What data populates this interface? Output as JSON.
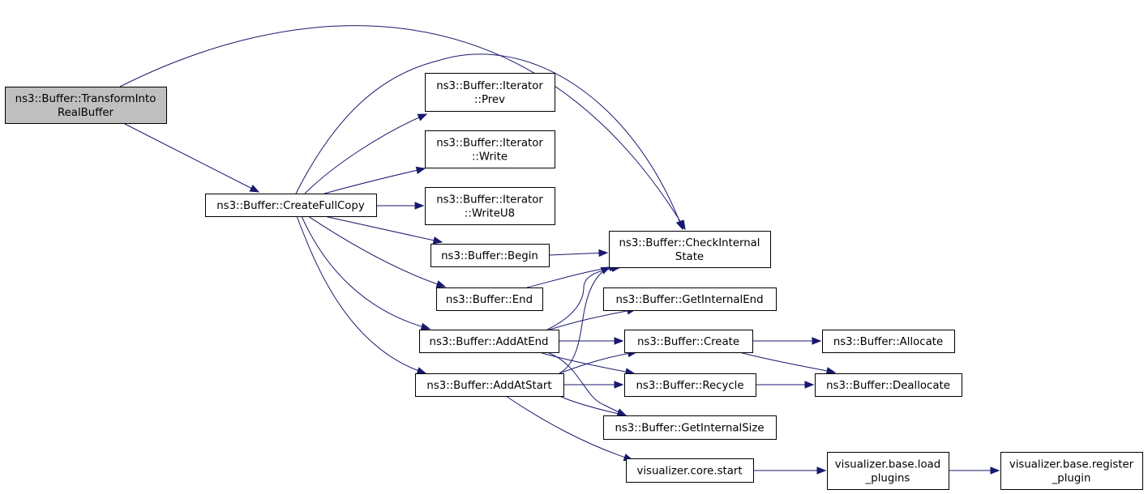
{
  "graph": {
    "colors": {
      "edge": "#191970",
      "root_fill": "#bfbfbf",
      "node_fill": "#ffffff",
      "node_border": "#000000"
    },
    "nodes": [
      {
        "id": "transform",
        "lines": [
          "ns3::Buffer::TransformInto",
          "RealBuffer"
        ],
        "root": true
      },
      {
        "id": "createfullcopy",
        "lines": [
          "ns3::Buffer::CreateFullCopy"
        ]
      },
      {
        "id": "checkinternal",
        "lines": [
          "ns3::Buffer::CheckInternal",
          "State"
        ]
      },
      {
        "id": "iterprev",
        "lines": [
          "ns3::Buffer::Iterator",
          "::Prev"
        ]
      },
      {
        "id": "iterwrite",
        "lines": [
          "ns3::Buffer::Iterator",
          "::Write"
        ]
      },
      {
        "id": "iterwriteu8",
        "lines": [
          "ns3::Buffer::Iterator",
          "::WriteU8"
        ]
      },
      {
        "id": "begin",
        "lines": [
          "ns3::Buffer::Begin"
        ]
      },
      {
        "id": "end",
        "lines": [
          "ns3::Buffer::End"
        ]
      },
      {
        "id": "addatend",
        "lines": [
          "ns3::Buffer::AddAtEnd"
        ]
      },
      {
        "id": "addatstart",
        "lines": [
          "ns3::Buffer::AddAtStart"
        ]
      },
      {
        "id": "getinternalend",
        "lines": [
          "ns3::Buffer::GetInternalEnd"
        ]
      },
      {
        "id": "create",
        "lines": [
          "ns3::Buffer::Create"
        ]
      },
      {
        "id": "recycle",
        "lines": [
          "ns3::Buffer::Recycle"
        ]
      },
      {
        "id": "getinternalsize",
        "lines": [
          "ns3::Buffer::GetInternalSize"
        ]
      },
      {
        "id": "allocate",
        "lines": [
          "ns3::Buffer::Allocate"
        ]
      },
      {
        "id": "deallocate",
        "lines": [
          "ns3::Buffer::Deallocate"
        ]
      },
      {
        "id": "vizstart",
        "lines": [
          "visualizer.core.start"
        ]
      },
      {
        "id": "vizload",
        "lines": [
          "visualizer.base.load",
          "_plugins"
        ]
      },
      {
        "id": "vizregister",
        "lines": [
          "visualizer.base.register",
          "_plugin"
        ]
      }
    ],
    "edges": [
      {
        "from": "transform",
        "to": "checkinternal"
      },
      {
        "from": "transform",
        "to": "createfullcopy"
      },
      {
        "from": "createfullcopy",
        "to": "checkinternal"
      },
      {
        "from": "createfullcopy",
        "to": "iterprev"
      },
      {
        "from": "createfullcopy",
        "to": "iterwrite"
      },
      {
        "from": "createfullcopy",
        "to": "iterwriteu8"
      },
      {
        "from": "createfullcopy",
        "to": "begin"
      },
      {
        "from": "createfullcopy",
        "to": "end"
      },
      {
        "from": "createfullcopy",
        "to": "addatend"
      },
      {
        "from": "createfullcopy",
        "to": "addatstart"
      },
      {
        "from": "begin",
        "to": "checkinternal"
      },
      {
        "from": "end",
        "to": "checkinternal"
      },
      {
        "from": "addatend",
        "to": "checkinternal"
      },
      {
        "from": "addatend",
        "to": "getinternalend"
      },
      {
        "from": "addatend",
        "to": "create"
      },
      {
        "from": "addatend",
        "to": "recycle"
      },
      {
        "from": "addatend",
        "to": "getinternalsize"
      },
      {
        "from": "addatstart",
        "to": "checkinternal"
      },
      {
        "from": "addatstart",
        "to": "create"
      },
      {
        "from": "addatstart",
        "to": "recycle"
      },
      {
        "from": "addatstart",
        "to": "getinternalsize"
      },
      {
        "from": "addatstart",
        "to": "vizstart"
      },
      {
        "from": "create",
        "to": "allocate"
      },
      {
        "from": "create",
        "to": "deallocate"
      },
      {
        "from": "recycle",
        "to": "deallocate"
      },
      {
        "from": "vizstart",
        "to": "vizload"
      },
      {
        "from": "vizload",
        "to": "vizregister"
      }
    ]
  }
}
